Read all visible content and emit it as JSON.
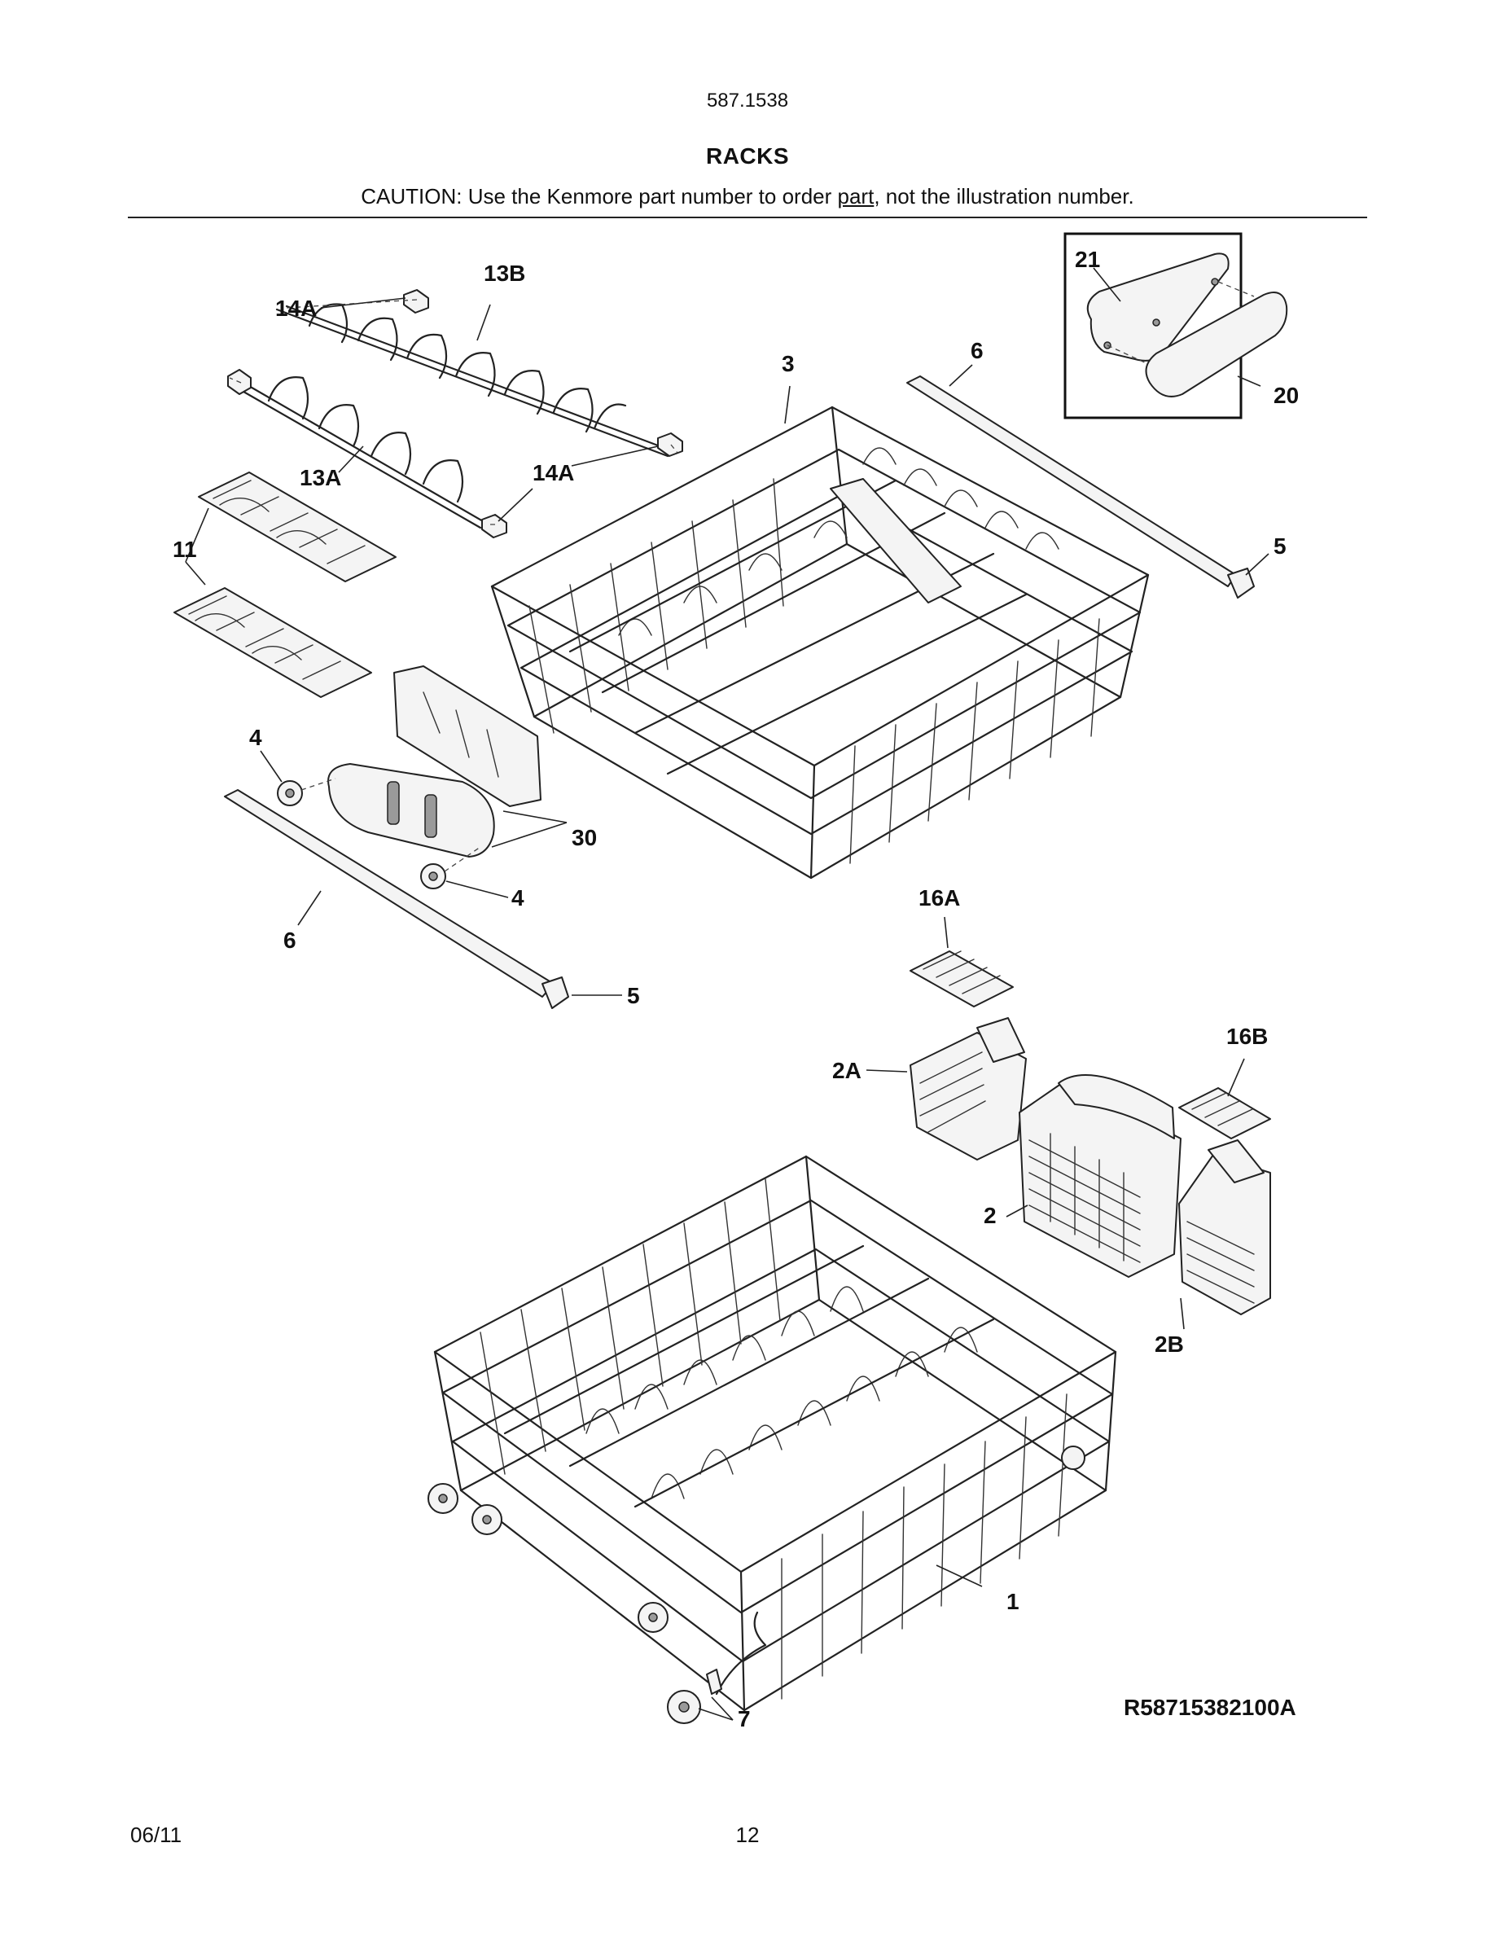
{
  "header": {
    "doc_number": "587.1538",
    "title": "RACKS",
    "caution_prefix": "CAUTION: Use the Kenmore part number to order ",
    "caution_link": "part",
    "caution_suffix": ", not the illustration number."
  },
  "callouts": {
    "c21": "21",
    "c20": "20",
    "c13B": "13B",
    "c14A_top": "14A",
    "c3": "3",
    "c6_top": "6",
    "c13A": "13A",
    "c14A_mid": "14A",
    "c11": "11",
    "c5_top": "5",
    "c4_top": "4",
    "c30": "30",
    "c4_bottom": "4",
    "c6_bottom": "6",
    "c5_bottom": "5",
    "c16A": "16A",
    "c16B": "16B",
    "c2A": "2A",
    "c2": "2",
    "c2B": "2B",
    "c1": "1",
    "c7": "7"
  },
  "diagram_ref": "R58715382100A",
  "footer": {
    "date": "06/11",
    "page": "12"
  }
}
